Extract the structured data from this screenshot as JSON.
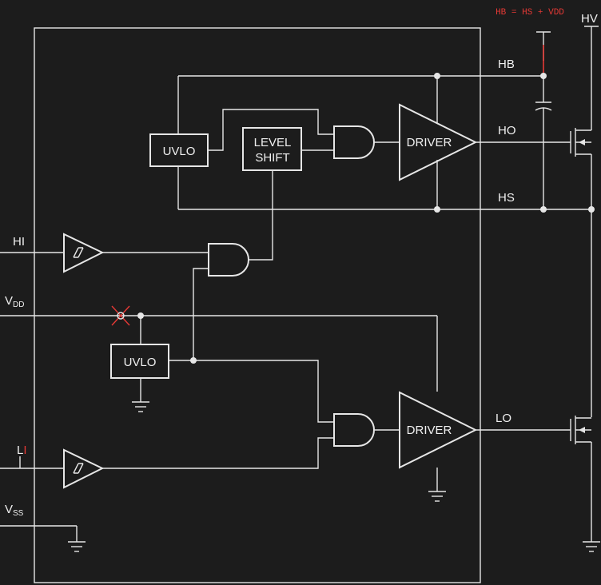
{
  "labels": {
    "hv": "HV",
    "hb": "HB",
    "ho": "HO",
    "hs": "HS",
    "lo": "LO",
    "hi": "HI",
    "vdd_main": "V",
    "vdd_sub": "DD",
    "vss_main": "V",
    "vss_sub": "SS",
    "li": "L",
    "li_mark": "I",
    "uvlo_high": "UVLO",
    "uvlo_low": "UVLO",
    "level_shift_1": "LEVEL",
    "level_shift_2": "SHIFT",
    "driver_high": "DRIVER",
    "driver_low": "DRIVER",
    "annotation": "HB = HS + VDD"
  },
  "colors": {
    "background": "#1c1c1c",
    "wire": "#e6e6e6",
    "annotation": "#e53935"
  }
}
